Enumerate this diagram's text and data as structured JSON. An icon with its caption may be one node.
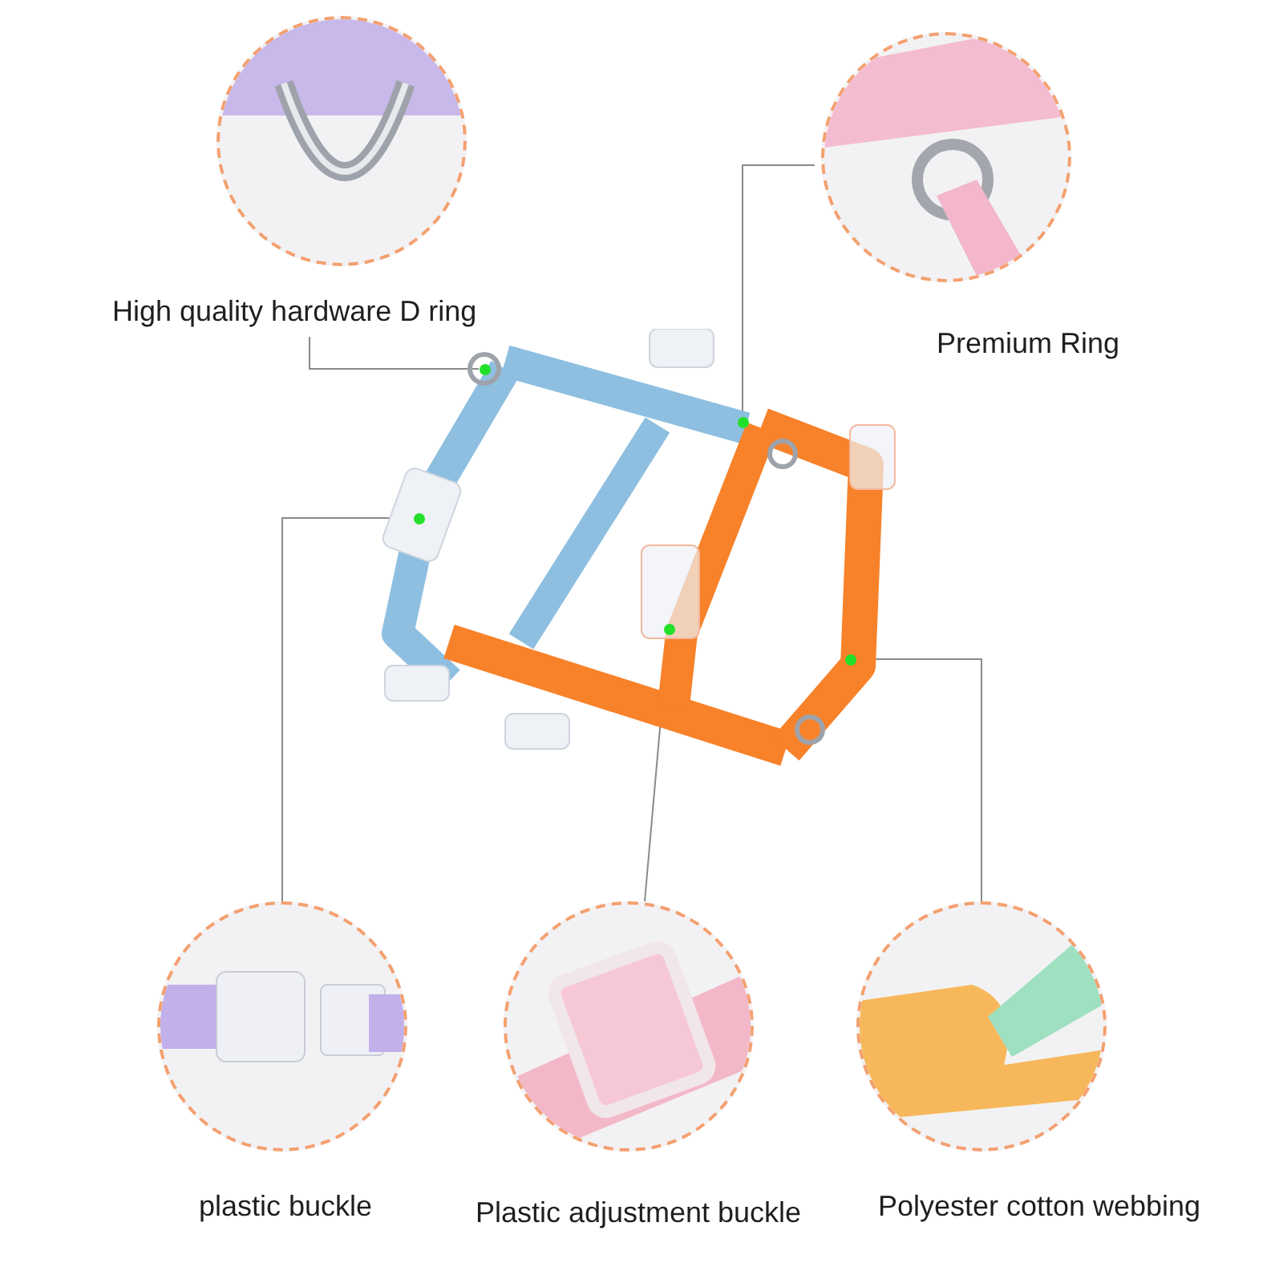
{
  "diagram": {
    "nodes": [
      {
        "text": [],
        "shape": "picture",
        "beside": [
          "High quality hardware D ring"
        ]
      },
      {
        "text": [],
        "shape": "picture",
        "beside": [
          "Premium Ring"
        ]
      },
      {
        "text": [],
        "shape": "picture",
        "beside": [
          "plastic buckle"
        ]
      },
      {
        "text": [],
        "shape": "picture",
        "beside": [
          "Plastic adjustment buckle"
        ]
      },
      {
        "text": [],
        "shape": "picture",
        "beside": [
          "Polyester cotton webbing"
        ]
      },
      {
        "text": [],
        "shape": "picture"
      },
      {
        "text": [],
        "shape": "circle",
        "in": 5
      },
      {
        "text": [],
        "shape": "circle",
        "in": 5
      },
      {
        "text": [],
        "shape": "circle",
        "in": 5
      },
      {
        "text": [],
        "shape": "circle",
        "in": 5
      },
      {
        "text": [],
        "shape": "circle",
        "in": 5
      }
    ],
    "edges": [
      {
        "from": 0,
        "to": 6,
        "arrow": "none"
      },
      {
        "from": 1,
        "to": 7,
        "arrow": "none"
      },
      {
        "from": 2,
        "to": 8,
        "arrow": "none"
      },
      {
        "from": 3,
        "to": 9,
        "arrow": "none"
      },
      {
        "from": 4,
        "to": 10,
        "arrow": "none"
      }
    ]
  }
}
